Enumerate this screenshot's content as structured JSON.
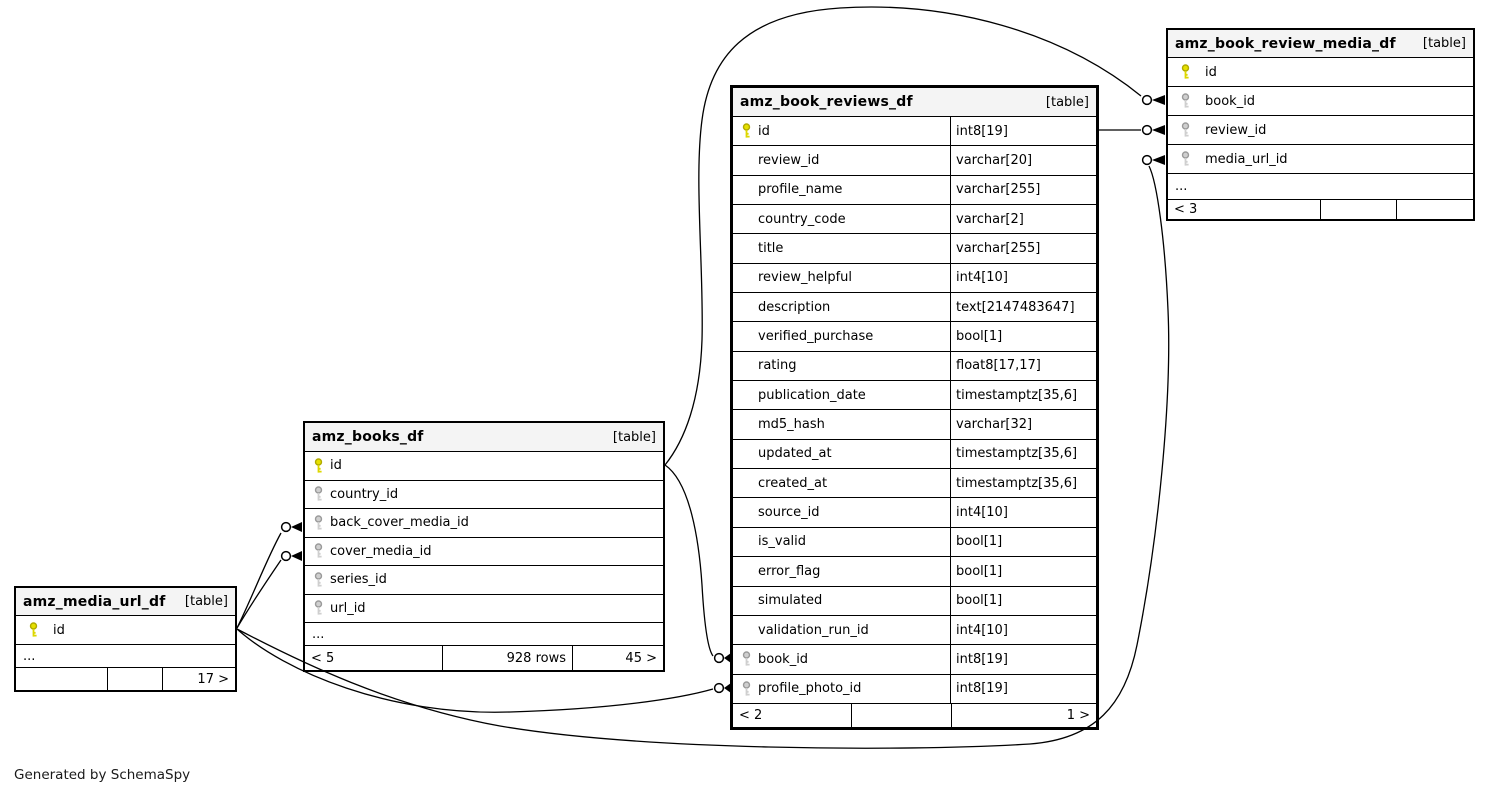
{
  "page": {
    "footer_note": "Generated by SchemaSpy"
  },
  "colors": {
    "primary_key": "#e6e000",
    "foreign_key": "#cfcfcf",
    "header_bg": "#f4f4f4",
    "line": "#000000"
  },
  "tables": {
    "reviews": {
      "name": "amz_book_reviews_df",
      "tag": "[table]",
      "columns": [
        {
          "key": "pk",
          "name": "id",
          "type": "int8[19]"
        },
        {
          "name": "review_id",
          "type": "varchar[20]"
        },
        {
          "name": "profile_name",
          "type": "varchar[255]"
        },
        {
          "name": "country_code",
          "type": "varchar[2]"
        },
        {
          "name": "title",
          "type": "varchar[255]"
        },
        {
          "name": "review_helpful",
          "type": "int4[10]"
        },
        {
          "name": "description",
          "type": "text[2147483647]"
        },
        {
          "name": "verified_purchase",
          "type": "bool[1]"
        },
        {
          "name": "rating",
          "type": "float8[17,17]"
        },
        {
          "name": "publication_date",
          "type": "timestamptz[35,6]"
        },
        {
          "name": "md5_hash",
          "type": "varchar[32]"
        },
        {
          "name": "updated_at",
          "type": "timestamptz[35,6]"
        },
        {
          "name": "created_at",
          "type": "timestamptz[35,6]"
        },
        {
          "name": "source_id",
          "type": "int4[10]"
        },
        {
          "name": "is_valid",
          "type": "bool[1]"
        },
        {
          "name": "error_flag",
          "type": "bool[1]"
        },
        {
          "name": "simulated",
          "type": "bool[1]"
        },
        {
          "name": "validation_run_id",
          "type": "int4[10]"
        },
        {
          "key": "fk",
          "name": "book_id",
          "type": "int8[19]"
        },
        {
          "key": "fk",
          "name": "profile_photo_id",
          "type": "int8[19]"
        }
      ],
      "footer": {
        "left": "< 2",
        "mid": "",
        "right": "1 >"
      }
    },
    "media": {
      "name": "amz_book_review_media_df",
      "tag": "[table]",
      "columns": [
        {
          "key": "pk",
          "name": "id"
        },
        {
          "key": "fk",
          "name": "book_id"
        },
        {
          "key": "fk",
          "name": "review_id"
        },
        {
          "key": "fk",
          "name": "media_url_id"
        }
      ],
      "ellipsis": "...",
      "footer": {
        "left": "< 3",
        "mid": "",
        "right": ""
      }
    },
    "books": {
      "name": "amz_books_df",
      "tag": "[table]",
      "columns": [
        {
          "key": "pk",
          "name": "id"
        },
        {
          "key": "fk",
          "name": "country_id"
        },
        {
          "key": "fk",
          "name": "back_cover_media_id"
        },
        {
          "key": "fk",
          "name": "cover_media_id"
        },
        {
          "key": "fk",
          "name": "series_id"
        },
        {
          "key": "fk",
          "name": "url_id"
        }
      ],
      "ellipsis": "...",
      "footer": {
        "left": "< 5",
        "mid": "928 rows",
        "right": "45 >"
      }
    },
    "media_url": {
      "name": "amz_media_url_df",
      "tag": "[table]",
      "columns": [
        {
          "key": "pk",
          "name": "id"
        }
      ],
      "ellipsis": "...",
      "footer": {
        "left": "",
        "mid": "",
        "right": "17 >"
      }
    }
  },
  "relationships": [
    {
      "from": "amz_books_df.id",
      "to": "amz_book_review_media_df.book_id"
    },
    {
      "from": "amz_book_reviews_df.id",
      "to": "amz_book_review_media_df.review_id"
    },
    {
      "from": "amz_media_url_df.id",
      "to": "amz_book_review_media_df.media_url_id"
    },
    {
      "from": "amz_books_df.id",
      "to": "amz_book_reviews_df.book_id"
    },
    {
      "from": "amz_media_url_df.id",
      "to": "amz_book_reviews_df.profile_photo_id"
    },
    {
      "from": "amz_media_url_df.id",
      "to": "amz_books_df.back_cover_media_id"
    },
    {
      "from": "amz_media_url_df.id",
      "to": "amz_books_df.cover_media_id"
    }
  ]
}
